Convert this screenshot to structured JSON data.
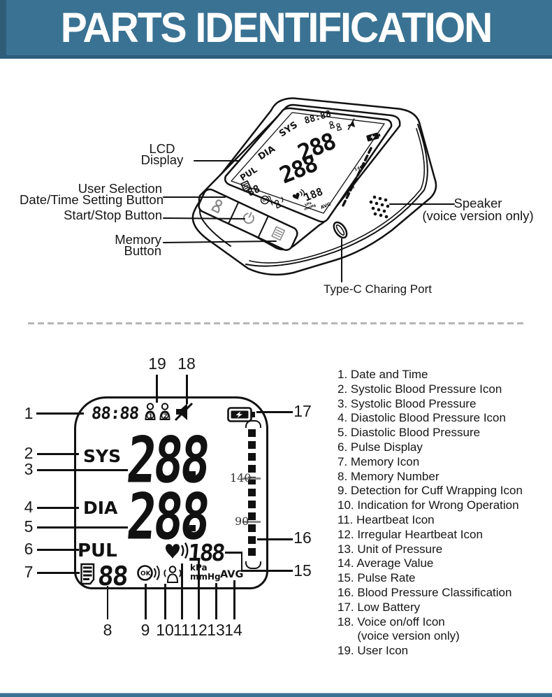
{
  "header": {
    "title": "PARTS IDENTIFICATION"
  },
  "colors": {
    "banner": "#3A7293",
    "banner_border": "#2E5E7E",
    "footer_bar": "#3A7293",
    "divider": "#B5B5B5"
  },
  "device": {
    "labels": {
      "lcd_line1": "LCD",
      "lcd_line2": "Display",
      "user_line1": "User Selection",
      "user_line2": "Date/Time Setting Button",
      "start_stop": "Start/Stop Button",
      "memory_line1": "Memory",
      "memory_line2": "Button",
      "speaker_line1": "Speaker",
      "speaker_line2": "(voice version only)",
      "typec": "Type-C Charing Port"
    }
  },
  "lcd": {
    "time": "88:88",
    "sys_label": "SYS",
    "sys_value": "288",
    "dia_label": "DIA",
    "dia_value": "288",
    "pul_label": "PUL",
    "memory_value": "88",
    "pulse_value": "188",
    "ok_label": "OK",
    "unit_kpa": "kPa",
    "unit_mmhg": "mmHg",
    "avg_label": "AVG",
    "user1": "1",
    "user2": "2",
    "scale_high": "140",
    "scale_low": "90"
  },
  "callouts": {
    "n1": "1",
    "n2": "2",
    "n3": "3",
    "n4": "4",
    "n5": "5",
    "n6": "6",
    "n7": "7",
    "n8": "8",
    "n9": "9",
    "n10": "10",
    "n11": "11",
    "n12": "12",
    "n13": "13",
    "n14": "14",
    "n15": "15",
    "n16": "16",
    "n17": "17",
    "n18": "18",
    "n19": "19"
  },
  "legend": {
    "items": [
      "1. Date and Time",
      "2. Systolic Blood Pressure Icon",
      "3. Systolic Blood Pressure",
      "4. Diastolic Blood Pressure Icon",
      "5. Diastolic Blood Pressure",
      "6. Pulse Display",
      "7. Memory Icon",
      "8. Memory Number",
      "9. Detection for Cuff Wrapping Icon",
      "10. Indication for Wrong Operation",
      "11. Heartbeat Icon",
      "12. Irregular Heartbeat Icon",
      "13. Unit of Pressure",
      "14. Average Value",
      "15. Pulse Rate",
      "16. Blood Pressure Classification",
      "17. Low Battery",
      "18. Voice on/off Icon",
      "      (voice version only)",
      "19. User Icon"
    ]
  }
}
